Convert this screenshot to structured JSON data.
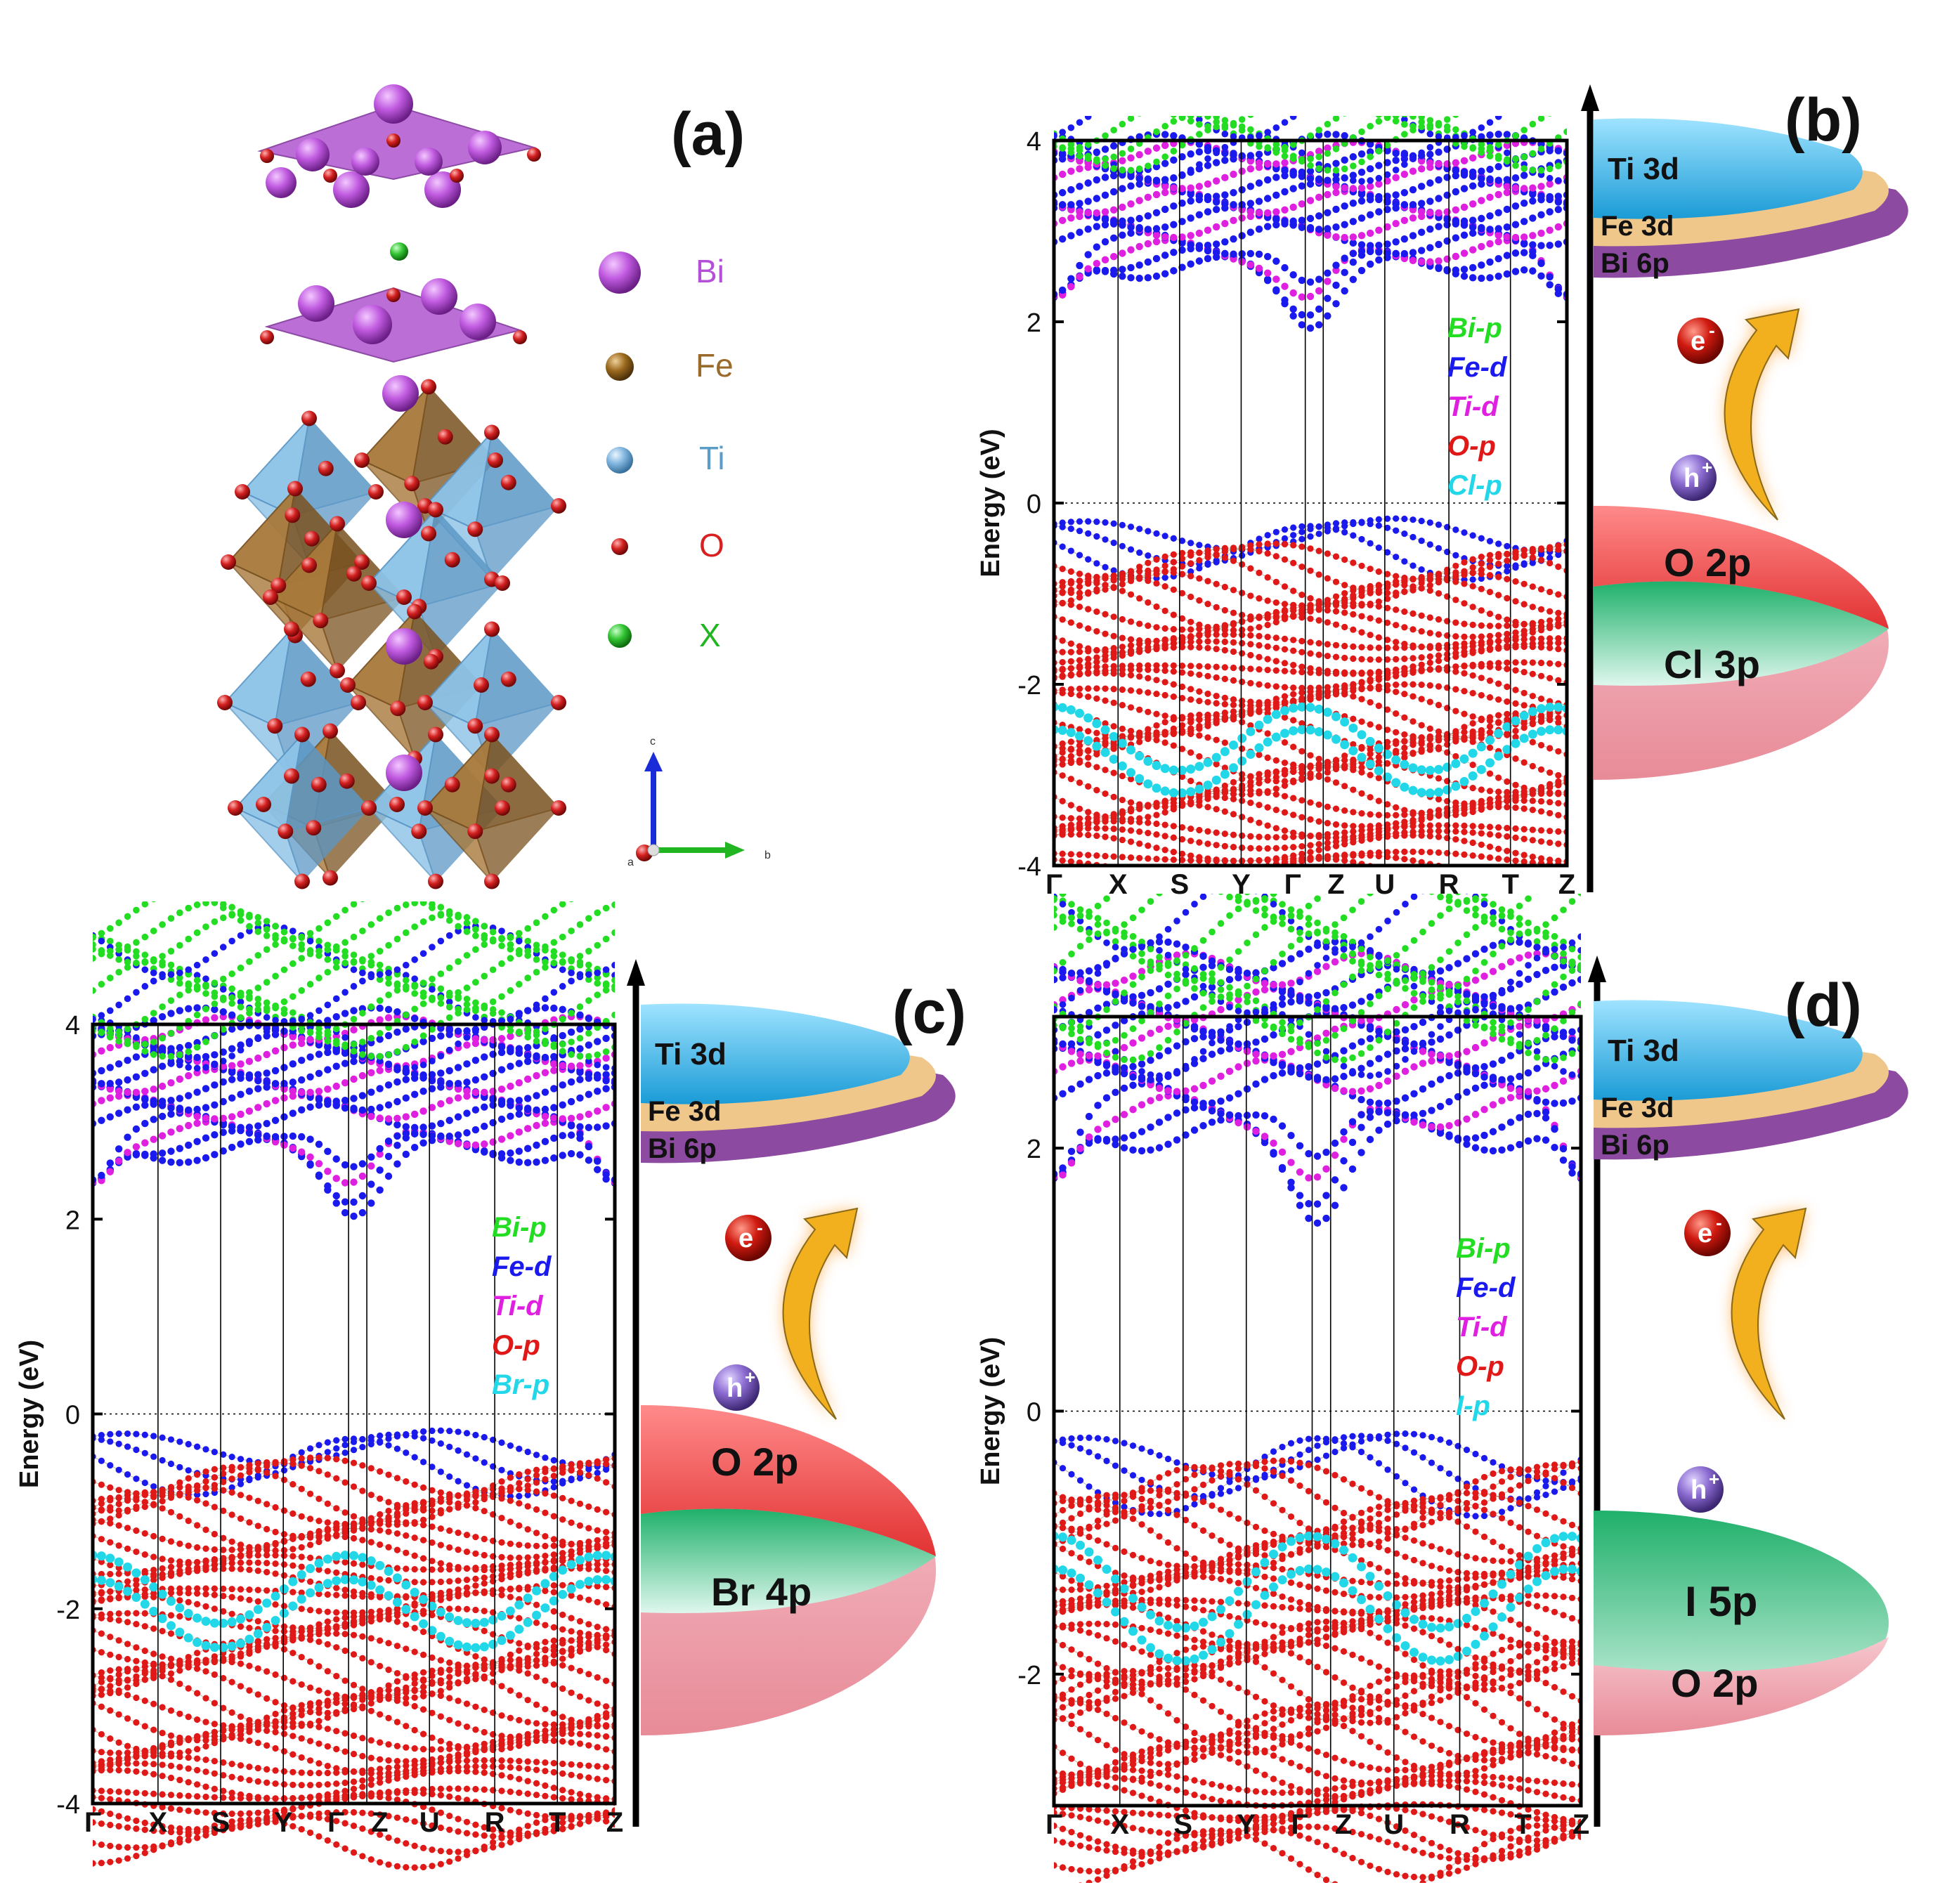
{
  "panel_labels": {
    "a": "(a)",
    "b": "(b)",
    "c": "(c)",
    "d": "(d)"
  },
  "structure": {
    "legend": [
      {
        "element": "Bi",
        "color": "#b44fd8",
        "ball_color": "#c05ae0"
      },
      {
        "element": "Fe",
        "color": "#9a6a2a",
        "ball_color": "#9b6a1e"
      },
      {
        "element": "Ti",
        "color": "#5b9dc9",
        "ball_color": "#7fb4dd"
      },
      {
        "element": "O",
        "color": "#d92020",
        "ball_color": "#d32020"
      },
      {
        "element": "X",
        "color": "#22b522",
        "ball_color": "#33c533"
      }
    ],
    "axes": {
      "c": "c",
      "b": "b",
      "a": "a"
    }
  },
  "band_panels": [
    {
      "id": "b",
      "ylabel": "Energy (eV)",
      "ytick_labels": [
        "4",
        "2",
        "0",
        "-2",
        "-4"
      ],
      "kpoints": [
        "Γ",
        "X",
        "S",
        "Y",
        "Γ",
        "Z",
        "U",
        "R",
        "T",
        "Z"
      ],
      "legend": [
        {
          "label": "Bi-p",
          "color": "#22dd22"
        },
        {
          "label": "Fe-d",
          "color": "#1a1aee"
        },
        {
          "label": "Ti-d",
          "color": "#e020e0"
        },
        {
          "label": "O-p",
          "color": "#e01818"
        },
        {
          "label": "Cl-p",
          "color": "#22d8e8"
        }
      ],
      "cb_levels": [
        {
          "label": "Ti 3d",
          "color": "#2bb0e4"
        },
        {
          "label": "Fe 3d",
          "color": "#f0c78a"
        },
        {
          "label": "Bi 6p",
          "color": "#8c4aa0"
        }
      ],
      "vb_levels": [
        {
          "label": "O 2p",
          "color": "#ee4444"
        },
        {
          "label": "Cl 3p",
          "color": "#2cc07a"
        }
      ],
      "carriers": {
        "electron": "e",
        "hole": "h"
      },
      "halogen_band_center": -2.6
    },
    {
      "id": "c",
      "ylabel": "Energy (eV)",
      "ytick_labels": [
        "4",
        "2",
        "0",
        "-2",
        "-4"
      ],
      "kpoints": [
        "Γ",
        "X",
        "S",
        "Y",
        "Γ",
        "Z",
        "U",
        "R",
        "T",
        "Z"
      ],
      "legend": [
        {
          "label": "Bi-p",
          "color": "#22dd22"
        },
        {
          "label": "Fe-d",
          "color": "#1a1aee"
        },
        {
          "label": "Ti-d",
          "color": "#e020e0"
        },
        {
          "label": "O-p",
          "color": "#e01818"
        },
        {
          "label": "Br-p",
          "color": "#22d8e8"
        }
      ],
      "cb_levels": [
        {
          "label": "Ti 3d",
          "color": "#2bb0e4"
        },
        {
          "label": "Fe 3d",
          "color": "#f0c78a"
        },
        {
          "label": "Bi 6p",
          "color": "#8c4aa0"
        }
      ],
      "vb_levels": [
        {
          "label": "O 2p",
          "color": "#ee4444"
        },
        {
          "label": "Br 4p",
          "color": "#2cc07a"
        }
      ],
      "carriers": {
        "electron": "e",
        "hole": "h"
      },
      "halogen_band_center": -1.8
    },
    {
      "id": "d",
      "ylabel": "Energy (eV)",
      "ytick_labels": [
        "2",
        "0",
        "-2"
      ],
      "kpoints": [
        "Γ",
        "X",
        "S",
        "Y",
        "Γ",
        "Z",
        "U",
        "R",
        "T",
        "Z"
      ],
      "legend": [
        {
          "label": "Bi-p",
          "color": "#22dd22"
        },
        {
          "label": "Fe-d",
          "color": "#1a1aee"
        },
        {
          "label": "Ti-d",
          "color": "#e020e0"
        },
        {
          "label": "O-p",
          "color": "#e01818"
        },
        {
          "label": "I-p",
          "color": "#22d8e8"
        }
      ],
      "cb_levels": [
        {
          "label": "Ti 3d",
          "color": "#2bb0e4"
        },
        {
          "label": "Fe 3d",
          "color": "#f0c78a"
        },
        {
          "label": "Bi 6p",
          "color": "#8c4aa0"
        }
      ],
      "vb_levels": [
        {
          "label": "I 5p",
          "color": "#2cc07a"
        },
        {
          "label": "O 2p",
          "color": "#f0a0a8"
        }
      ],
      "carriers": {
        "electron": "e",
        "hole": "h"
      },
      "halogen_band_center": -1.3
    }
  ],
  "chart_data": [
    {
      "type": "scatter",
      "panel": "b",
      "xlabel": "",
      "ylabel": "Energy (eV)",
      "ylim": [
        -4,
        4
      ],
      "categories": [
        "Γ",
        "X",
        "S",
        "Y",
        "Γ",
        "Z",
        "U",
        "R",
        "T",
        "Z"
      ],
      "vbm": 0,
      "cbm_approx": 2.1
    },
    {
      "type": "scatter",
      "panel": "c",
      "xlabel": "",
      "ylabel": "Energy (eV)",
      "ylim": [
        -4,
        4
      ],
      "categories": [
        "Γ",
        "X",
        "S",
        "Y",
        "Γ",
        "Z",
        "U",
        "R",
        "T",
        "Z"
      ],
      "vbm": 0,
      "cbm_approx": 2.2
    },
    {
      "type": "scatter",
      "panel": "d",
      "xlabel": "",
      "ylabel": "Energy (eV)",
      "ylim": [
        -3,
        3
      ],
      "categories": [
        "Γ",
        "X",
        "S",
        "Y",
        "Γ",
        "Z",
        "U",
        "R",
        "T",
        "Z"
      ],
      "vbm": 0,
      "cbm_approx": 1.6
    }
  ]
}
